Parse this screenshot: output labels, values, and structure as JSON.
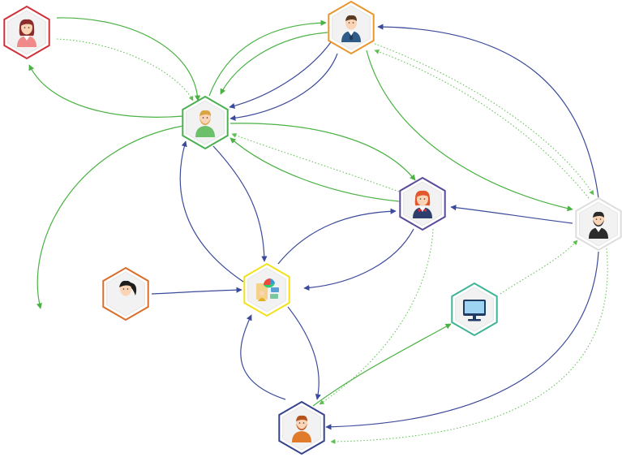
{
  "colors": {
    "green": "#49b242",
    "blue": "#3b4a9a",
    "dotted_green": "#5cbf4f",
    "node_red": "#d0313b",
    "node_orange": "#e8962e",
    "node_green": "#4caf50",
    "node_purple": "#5b4a9a",
    "node_yellow": "#f2e11b",
    "node_dark_orange": "#d96d2a",
    "node_teal": "#3fb496",
    "node_navy": "#35438f",
    "node_gray": "#dddddd"
  },
  "nodes": [
    {
      "id": "woman-red",
      "icon": "woman-avatar-icon",
      "border": "node_red"
    },
    {
      "id": "businessman",
      "icon": "businessman-avatar-icon",
      "border": "node_orange"
    },
    {
      "id": "center-man",
      "icon": "man-green-shirt-avatar-icon",
      "border": "node_green"
    },
    {
      "id": "woman-purple",
      "icon": "woman-bowtie-avatar-icon",
      "border": "node_purple"
    },
    {
      "id": "bearded-man",
      "icon": "bearded-man-avatar-icon",
      "border": "node_gray"
    },
    {
      "id": "analytics",
      "icon": "analytics-report-icon",
      "border": "node_yellow"
    },
    {
      "id": "woman-ponytail",
      "icon": "woman-ponytail-avatar-icon",
      "border": "node_dark_orange"
    },
    {
      "id": "monitor",
      "icon": "monitor-icon",
      "border": "node_teal"
    },
    {
      "id": "man-orange",
      "icon": "man-orange-beard-avatar-icon",
      "border": "node_navy"
    }
  ],
  "edges": [
    {
      "from": "woman-red",
      "to": "center-man",
      "style": "green"
    },
    {
      "from": "woman-red",
      "to": "center-man",
      "style": "dotted_green"
    },
    {
      "from": "center-man",
      "to": "woman-red",
      "style": "green"
    },
    {
      "from": "center-man",
      "to": "businessman",
      "style": "green"
    },
    {
      "from": "businessman",
      "to": "center-man",
      "style": "green"
    },
    {
      "from": "businessman",
      "to": "center-man",
      "style": "blue"
    },
    {
      "from": "businessman",
      "to": "center-man",
      "style": "blue"
    },
    {
      "from": "businessman",
      "to": "bearded-man",
      "style": "green"
    },
    {
      "from": "bearded-man",
      "to": "businessman",
      "style": "dotted_green"
    },
    {
      "from": "businessman",
      "to": "bearded-man",
      "style": "dotted_green"
    },
    {
      "from": "bearded-man",
      "to": "businessman",
      "style": "blue"
    },
    {
      "from": "center-man",
      "to": "woman-purple",
      "style": "green"
    },
    {
      "from": "woman-purple",
      "to": "center-man",
      "style": "green"
    },
    {
      "from": "woman-purple",
      "to": "center-man",
      "style": "dotted_green"
    },
    {
      "from": "center-man",
      "to": "analytics",
      "style": "blue"
    },
    {
      "from": "analytics",
      "to": "center-man",
      "style": "blue"
    },
    {
      "from": "analytics",
      "to": "woman-purple",
      "style": "blue"
    },
    {
      "from": "woman-purple",
      "to": "analytics",
      "style": "blue"
    },
    {
      "from": "bearded-man",
      "to": "woman-purple",
      "style": "blue"
    },
    {
      "from": "woman-ponytail",
      "to": "analytics",
      "style": "blue"
    },
    {
      "from": "analytics",
      "to": "man-orange",
      "style": "blue"
    },
    {
      "from": "man-orange",
      "to": "analytics",
      "style": "blue"
    },
    {
      "from": "center-man",
      "to": "man-orange",
      "style": "green"
    },
    {
      "from": "woman-purple",
      "to": "man-orange",
      "style": "dotted_green"
    },
    {
      "from": "man-orange",
      "to": "monitor",
      "style": "green"
    },
    {
      "from": "monitor",
      "to": "bearded-man",
      "style": "dotted_green"
    },
    {
      "from": "bearded-man",
      "to": "man-orange",
      "style": "blue"
    },
    {
      "from": "bearded-man",
      "to": "man-orange",
      "style": "dotted_green"
    }
  ]
}
